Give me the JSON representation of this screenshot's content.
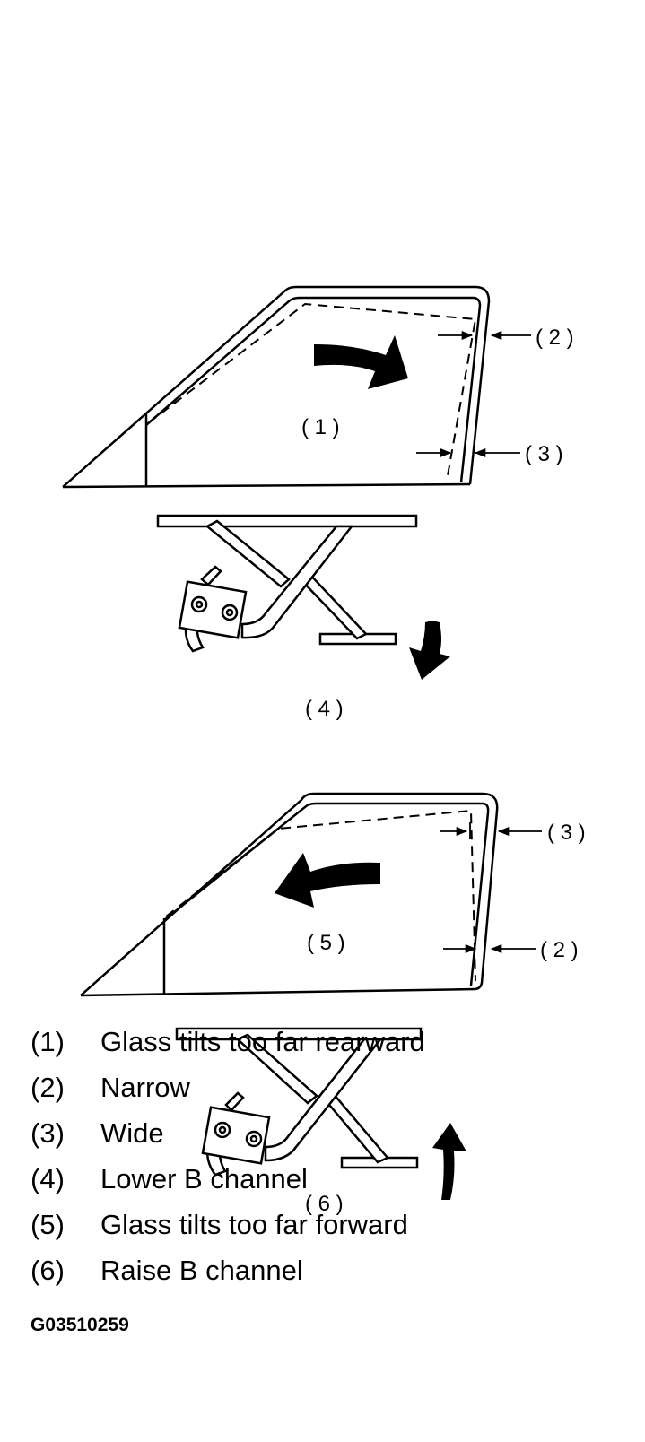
{
  "diagram": {
    "top_view": {
      "glass_label": "( 1 )",
      "narrow_callout": "( 2 )",
      "wide_callout": "( 3 )",
      "regulator_label": "( 4 )"
    },
    "bottom_view": {
      "glass_label": "( 5 )",
      "wide_callout": "( 3 )",
      "narrow_callout": "( 2 )",
      "regulator_label": "( 6 )"
    }
  },
  "legend": [
    {
      "key": "(1)",
      "text": "Glass tilts too far rearward"
    },
    {
      "key": "(2)",
      "text": "Narrow"
    },
    {
      "key": "(3)",
      "text": "Wide"
    },
    {
      "key": "(4)",
      "text": "Lower B channel"
    },
    {
      "key": "(5)",
      "text": "Glass tilts too far forward"
    },
    {
      "key": "(6)",
      "text": "Raise B channel"
    }
  ],
  "figure_code": "G03510259"
}
